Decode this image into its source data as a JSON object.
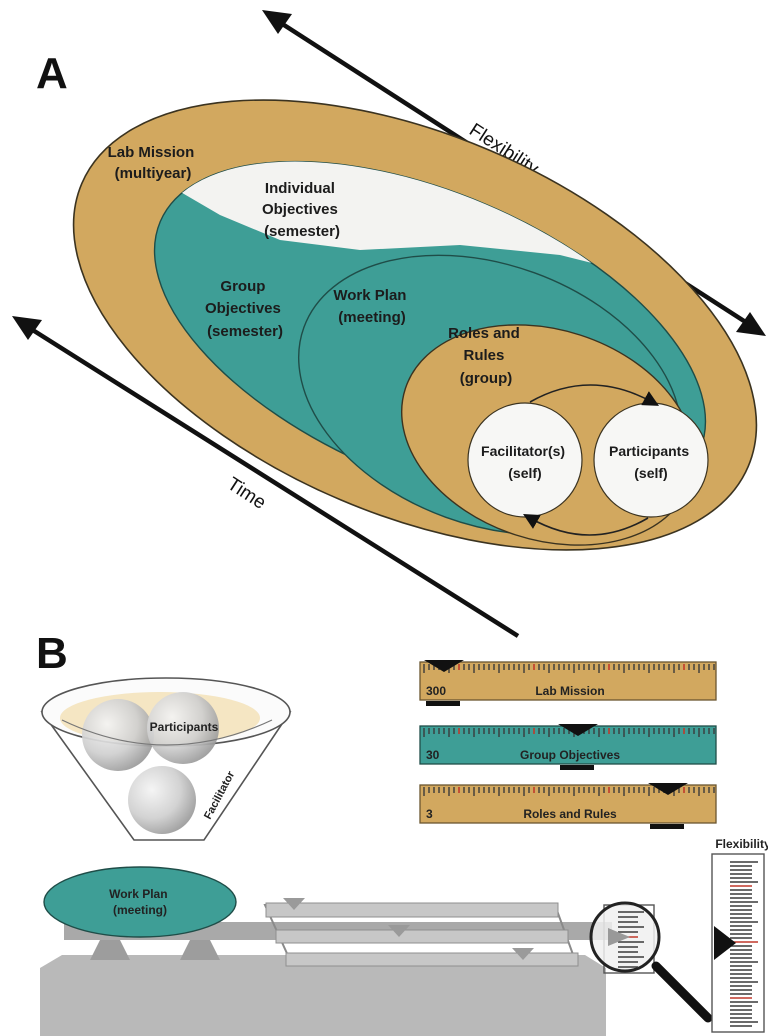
{
  "panel_a": {
    "letter": "A",
    "flexibility_label": "Flexibility",
    "time_label": "Time",
    "lab_mission": [
      "Lab Mission",
      "(multiyear)"
    ],
    "individual_objectives": [
      "Individual",
      "Objectives",
      "(semester)"
    ],
    "group_objectives": [
      "Group",
      "Objectives",
      "(semester)"
    ],
    "work_plan": [
      "Work Plan",
      "(meeting)"
    ],
    "roles_rules": [
      "Roles and",
      "Rules",
      "(group)"
    ],
    "facilitator": [
      "Facilitator(s)",
      "(self)"
    ],
    "participants": [
      "Participants",
      "(self)"
    ]
  },
  "panel_b": {
    "letter": "B",
    "funnel_participants": "Participants",
    "funnel_facilitator": "Facilitator",
    "work_plan": [
      "Work Plan",
      "(meeting)"
    ],
    "flexibility_label": "Flexibility",
    "scales": [
      {
        "name": "Lab Mission",
        "value": "300"
      },
      {
        "name": "Group Objectives",
        "value": "30"
      },
      {
        "name": "Roles and Rules",
        "value": "3"
      }
    ]
  },
  "colors": {
    "tan": "#D2A85F",
    "teal": "#3E9E96",
    "white": "#F7F7F5",
    "outline": "#3b3320",
    "machine_gray": "#B9B9B9"
  }
}
